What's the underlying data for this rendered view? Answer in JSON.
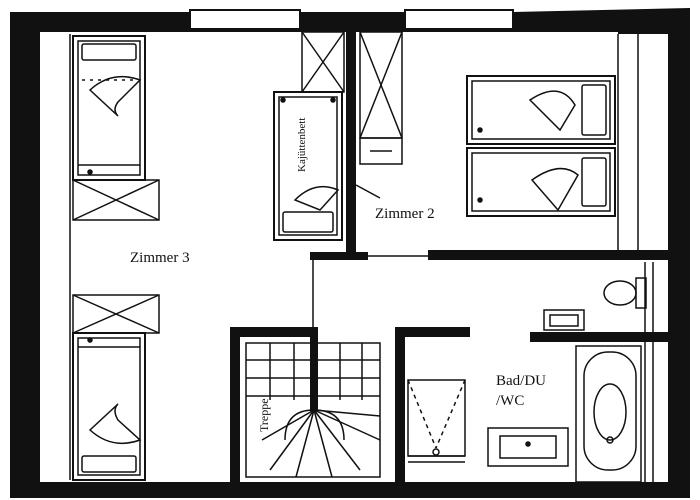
{
  "rooms": {
    "zimmer3": "Zimmer 3",
    "zimmer2": "Zimmer 2",
    "bad_line1": "Bad/DU",
    "bad_line2": "/WC"
  },
  "labels": {
    "kajuettenbett": "Kajüttenbett",
    "treppe": "Treppe"
  },
  "colors": {
    "wall": "#111111",
    "line": "#111111",
    "background": "#ffffff"
  }
}
